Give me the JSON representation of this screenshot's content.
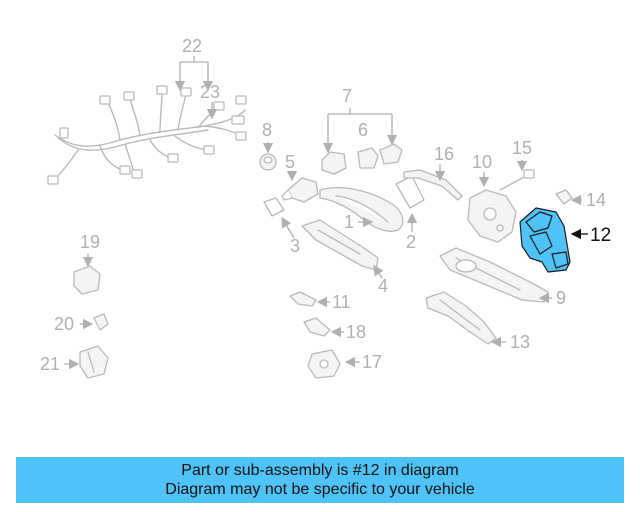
{
  "diagram": {
    "highlight_color": "#4fc3f7",
    "callouts": {
      "c1": "1",
      "c2": "2",
      "c3": "3",
      "c4": "4",
      "c5": "5",
      "c6": "6",
      "c7": "7",
      "c8": "8",
      "c9": "9",
      "c10": "10",
      "c11": "11",
      "c12": "12",
      "c13": "13",
      "c14": "14",
      "c15": "15",
      "c16": "16",
      "c17": "17",
      "c18": "18",
      "c19": "19",
      "c20": "20",
      "c21": "21",
      "c22": "22",
      "c23": "23"
    }
  },
  "banner": {
    "line1": "Part or sub-assembly is #12 in diagram",
    "line2": "Diagram may not be specific to your vehicle"
  }
}
